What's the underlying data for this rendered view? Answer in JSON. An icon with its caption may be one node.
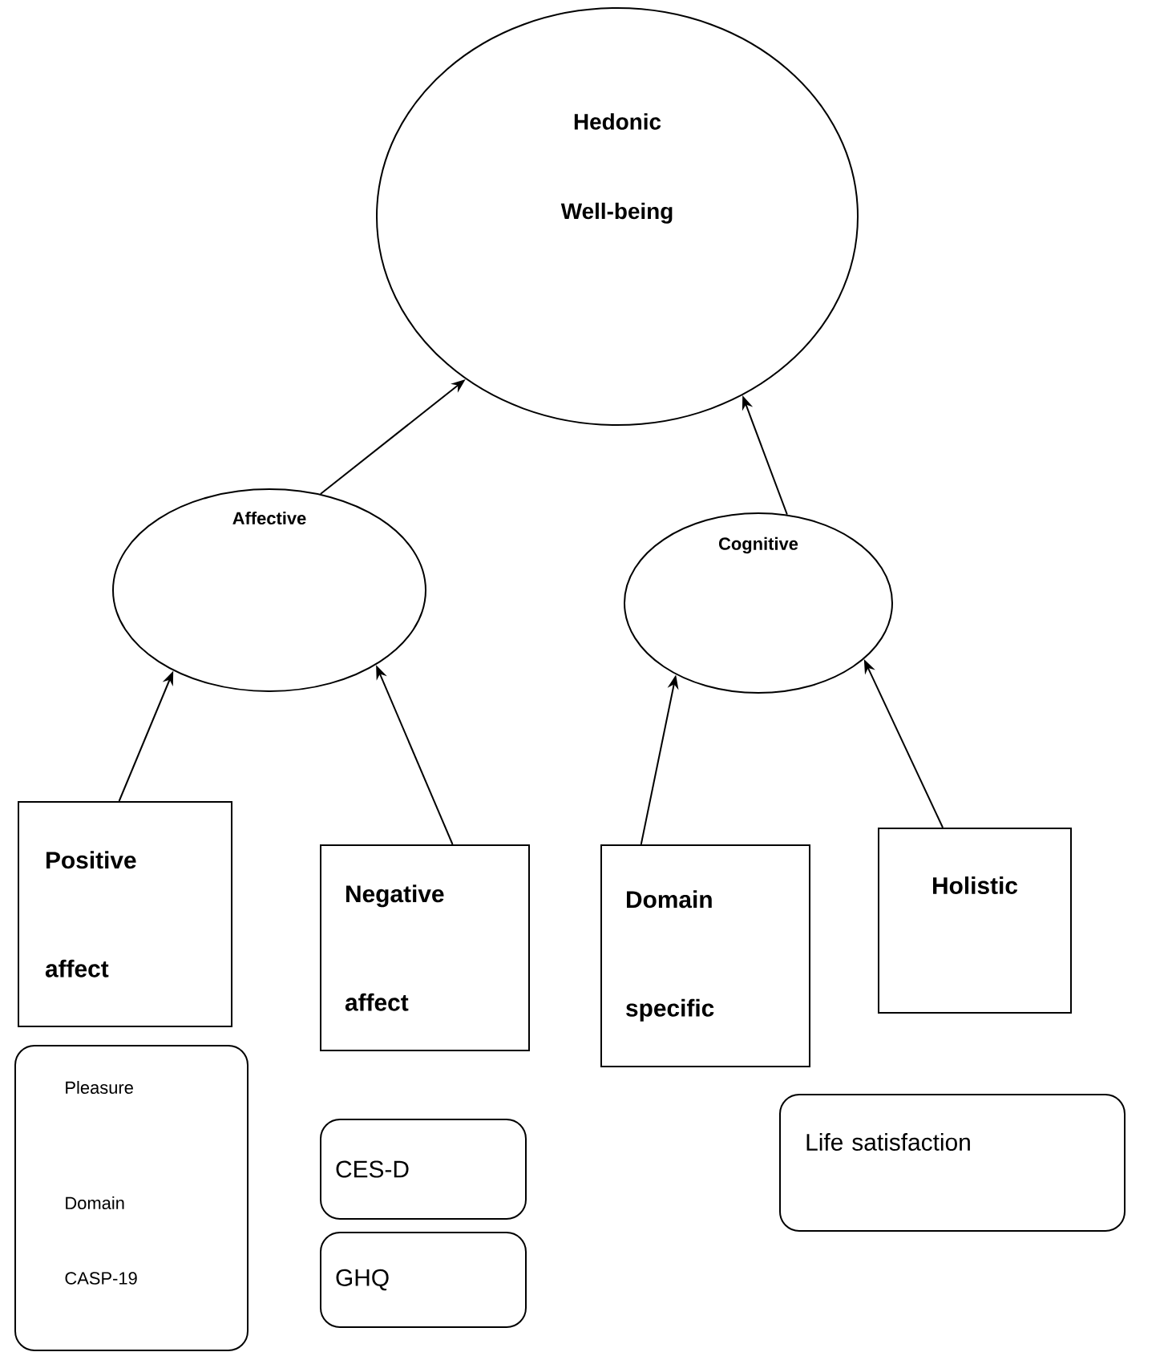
{
  "diagram": {
    "nodes": [
      {
        "text": [
          "Hedonic Well-being"
        ]
      },
      {
        "text": [
          "Affective"
        ]
      },
      {
        "text": [
          "Cognitive"
        ]
      },
      {
        "text": [
          "Positive affect"
        ]
      },
      {
        "text": [
          "Negative affect"
        ]
      },
      {
        "text": [
          "Domain specific"
        ]
      },
      {
        "text": [
          "Holistic"
        ]
      },
      {
        "text": [
          "Pleasure",
          "Domain",
          "CASP-19"
        ]
      },
      {
        "text": [
          "CES-D"
        ]
      },
      {
        "text": [
          "GHQ"
        ]
      },
      {
        "text": [
          "Life satisfaction"
        ]
      }
    ],
    "edges": [
      {
        "from": 1,
        "to": 0,
        "arrow": "to"
      },
      {
        "from": 2,
        "to": 0,
        "arrow": "to"
      },
      {
        "from": 3,
        "to": 1,
        "arrow": "to"
      },
      {
        "from": 4,
        "to": 1,
        "arrow": "to"
      },
      {
        "from": 5,
        "to": 2,
        "arrow": "to"
      },
      {
        "from": 6,
        "to": 2,
        "arrow": "to"
      }
    ]
  }
}
